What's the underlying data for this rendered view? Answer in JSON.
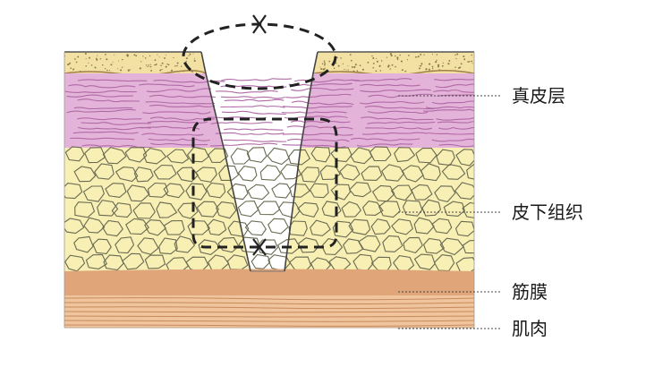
{
  "labels": {
    "dermis": "真皮层",
    "subcutaneous": "皮下组织",
    "fascia": "筋膜",
    "muscle": "肌肉"
  },
  "colors": {
    "epidermis": "#f3e1a4",
    "dermis": "#e4b3d9",
    "subcutaneous": "#f7efb4",
    "fascia": "#e0a679",
    "muscle": "#f0c59e",
    "outline": "#3a3a3a",
    "suture": "#222222"
  }
}
